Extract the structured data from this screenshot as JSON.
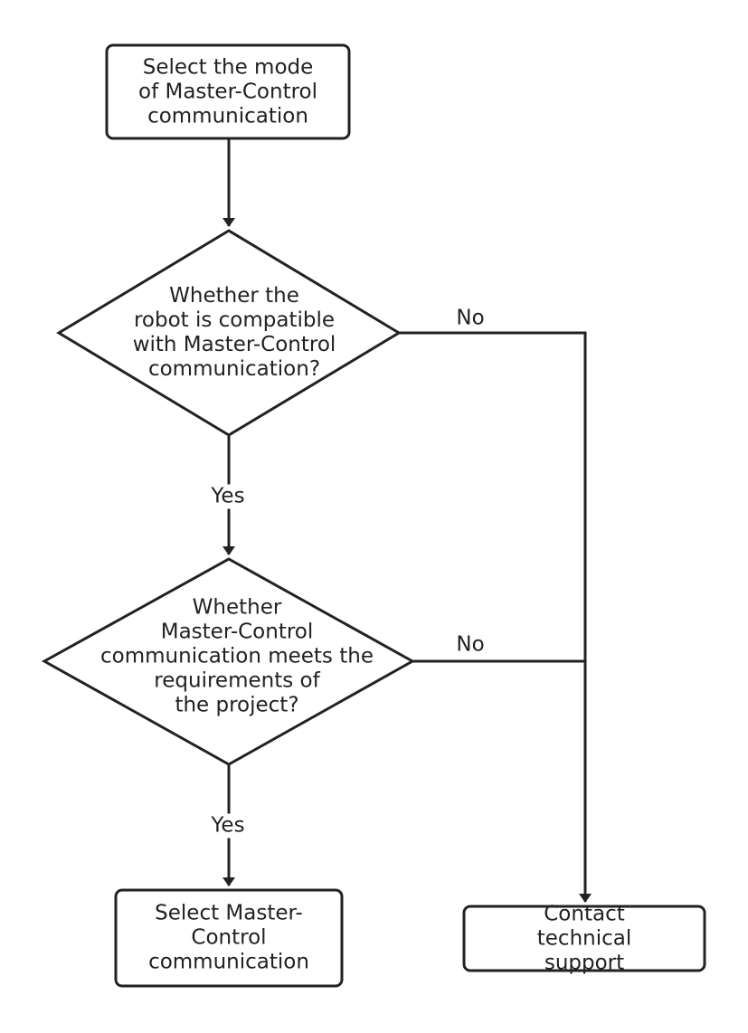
{
  "nodes": {
    "start": "Select the mode\nof Master-Control\ncommunication",
    "decision1": "Whether the\nrobot is compatible\nwith Master-Control\ncommunication?",
    "decision2": "Whether\nMaster-Control\ncommunication meets the\nrequirements of\nthe project?",
    "select": "Select Master-\nControl\ncommunication",
    "contact": "Contact\ntechnical support"
  },
  "edges": {
    "d1_yes": "Yes",
    "d1_no": "No",
    "d2_yes": "Yes",
    "d2_no": "No"
  }
}
